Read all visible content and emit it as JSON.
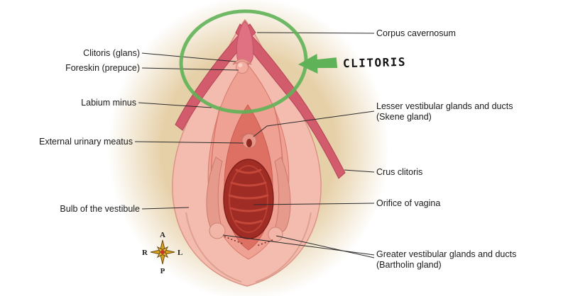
{
  "annotation": {
    "text": "CLITORIS"
  },
  "labels_left": [
    {
      "text": "Clitoris (glans)"
    },
    {
      "text": "Foreskin (prepuce)"
    },
    {
      "text": "Labium minus"
    },
    {
      "text": "External urinary meatus"
    },
    {
      "text": "Bulb of the vestibule"
    }
  ],
  "labels_right": [
    {
      "line1": "Corpus cavernosum",
      "line2": ""
    },
    {
      "line1": "Lesser vestibular glands and ducts",
      "line2": "(Skene gland)"
    },
    {
      "line1": "Crus clitoris",
      "line2": ""
    },
    {
      "line1": "Orifice of vagina",
      "line2": ""
    },
    {
      "line1": "Greater vestibular glands and ducts",
      "line2": "(Bartholin gland)"
    }
  ],
  "compass": {
    "top": "A",
    "bottom": "P",
    "left": "R",
    "right": "L"
  },
  "colors": {
    "highlight_green": "#5fb258",
    "background_beige": "#e7d3ac",
    "illustration_pink": "#f3bcae",
    "corpus_pink": "#d25b6c",
    "deep_red": "#a02d25",
    "label_text": "#1a1a1a"
  }
}
